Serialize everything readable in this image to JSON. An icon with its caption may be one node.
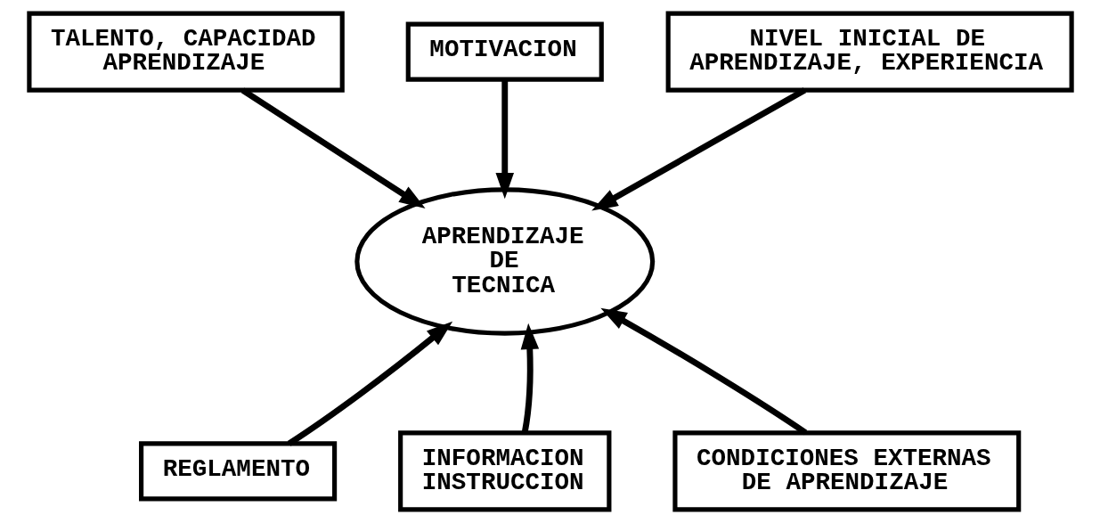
{
  "diagram": {
    "nodes": [
      {
        "text": [
          "TALENTO, CAPACIDAD APRENDIZAJE"
        ]
      },
      {
        "text": [
          "MOTIVACION"
        ]
      },
      {
        "text": [
          "NIVEL INICIAL DE APRENDIZAJE, EXPERIENCIA"
        ]
      },
      {
        "text": [
          "APRENDIZAJE DE TECNICA"
        ]
      },
      {
        "text": [
          "REGLAMENTO"
        ]
      },
      {
        "text": [
          "INFORMACION INSTRUCCION"
        ]
      },
      {
        "text": [
          "CONDICIONES EXTERNAS DE APRENDIZAJE"
        ]
      }
    ],
    "edges": [
      {
        "from": 0,
        "to": 3,
        "arrow": "to"
      },
      {
        "from": 1,
        "to": 3,
        "arrow": "to"
      },
      {
        "from": 2,
        "to": 3,
        "arrow": "to"
      },
      {
        "from": 4,
        "to": 3,
        "arrow": "to"
      },
      {
        "from": 5,
        "to": 3,
        "arrow": "to"
      },
      {
        "from": 6,
        "to": 3,
        "arrow": "to"
      }
    ]
  }
}
